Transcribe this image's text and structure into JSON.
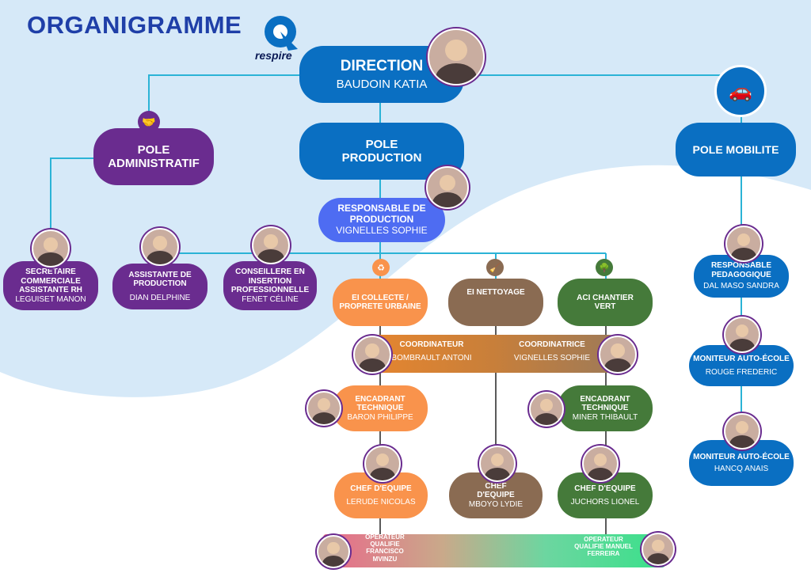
{
  "header": {
    "title": "ORGANIGRAMME",
    "logo_text": "respire"
  },
  "direction": {
    "title": "DIRECTION",
    "name": "BAUDOIN KATIA"
  },
  "poles": {
    "administratif": {
      "line1": "POLE",
      "line2": "ADMINISTRATIF"
    },
    "production": {
      "line1": "POLE",
      "line2": "PRODUCTION"
    },
    "mobilite": {
      "label": "POLE MOBILITE"
    }
  },
  "resp_production": {
    "line1": "RESPONSABLE DE",
    "line2": "PRODUCTION",
    "name": "VIGNELLES SOPHIE"
  },
  "admin_staff": [
    {
      "line1": "SECRETAIRE",
      "line2": "COMMERCIALE",
      "line3": "ASSISTANTE RH",
      "name": "LEGUISET MANON"
    },
    {
      "line1": "ASSISTANTE DE",
      "line2": "PRODUCTION",
      "name": "DIAN DELPHINE"
    },
    {
      "line1": "CONSEILLERE EN",
      "line2": "INSERTION",
      "line3": "PROFESSIONNELLE",
      "name": "FENET CÉLINE"
    }
  ],
  "units": {
    "collecte": {
      "line1": "EI COLLECTE /",
      "line2": "PROPRETE URBAINE"
    },
    "nettoyage": {
      "line1": "EI NETTOYAGE"
    },
    "chantier": {
      "line1": "ACI CHANTIER",
      "line2": "VERT"
    }
  },
  "coordinators": {
    "left": {
      "title": "COORDINATEUR",
      "name": "BOMBRAULT ANTONI"
    },
    "right": {
      "title": "COORDINATRICE",
      "name": "VIGNELLES SOPHIE"
    }
  },
  "encadrants": {
    "left": {
      "line1": "ENCADRANT",
      "line2": "TECHNIQUE",
      "name": "BARON PHILIPPE"
    },
    "right": {
      "line1": "ENCADRANT",
      "line2": "TECHNIQUE",
      "name": "MINER THIBAULT"
    }
  },
  "chefs": {
    "left": {
      "line1": "CHEF D'EQUIPE",
      "name": "LERUDE NICOLAS"
    },
    "middle": {
      "line1": "CHEF",
      "line2": "D'EQUIPE",
      "name": "MBOYO LYDIE"
    },
    "right": {
      "line1": "CHEF D'EQUIPE",
      "name": "JUCHORS LIONEL"
    }
  },
  "operators": {
    "left": {
      "line1": "OPERATEUR",
      "line2": "QUALIFIE",
      "line3": "FRANCISCO",
      "line4": "MVINZU"
    },
    "right": {
      "line1": "OPERATEUR",
      "line2": "QUALIFIE MANUEL",
      "line3": "FERREIRA"
    }
  },
  "mobilite_staff": [
    {
      "line1": "RESPONSABLE",
      "line2": "PEDAGOGIQUE",
      "name": "DAL MASO SANDRA"
    },
    {
      "line1": "MONITEUR AUTO-ÉCOLE",
      "name": "ROUGE FREDERIC"
    },
    {
      "line1": "MONITEUR AUTO-ÉCOLE",
      "name": "HANCQ ANAIS"
    }
  ],
  "colors": {
    "direction_blue": "#0a6fc2",
    "admin_purple": "#6a2c8f",
    "collecte_orange": "#f9934c",
    "nettoyage_brown": "#8a6b52",
    "chantier_green": "#457a3a",
    "resp_periwinkle": "#4e6cf2",
    "background_blue": "#d6e9f8"
  }
}
